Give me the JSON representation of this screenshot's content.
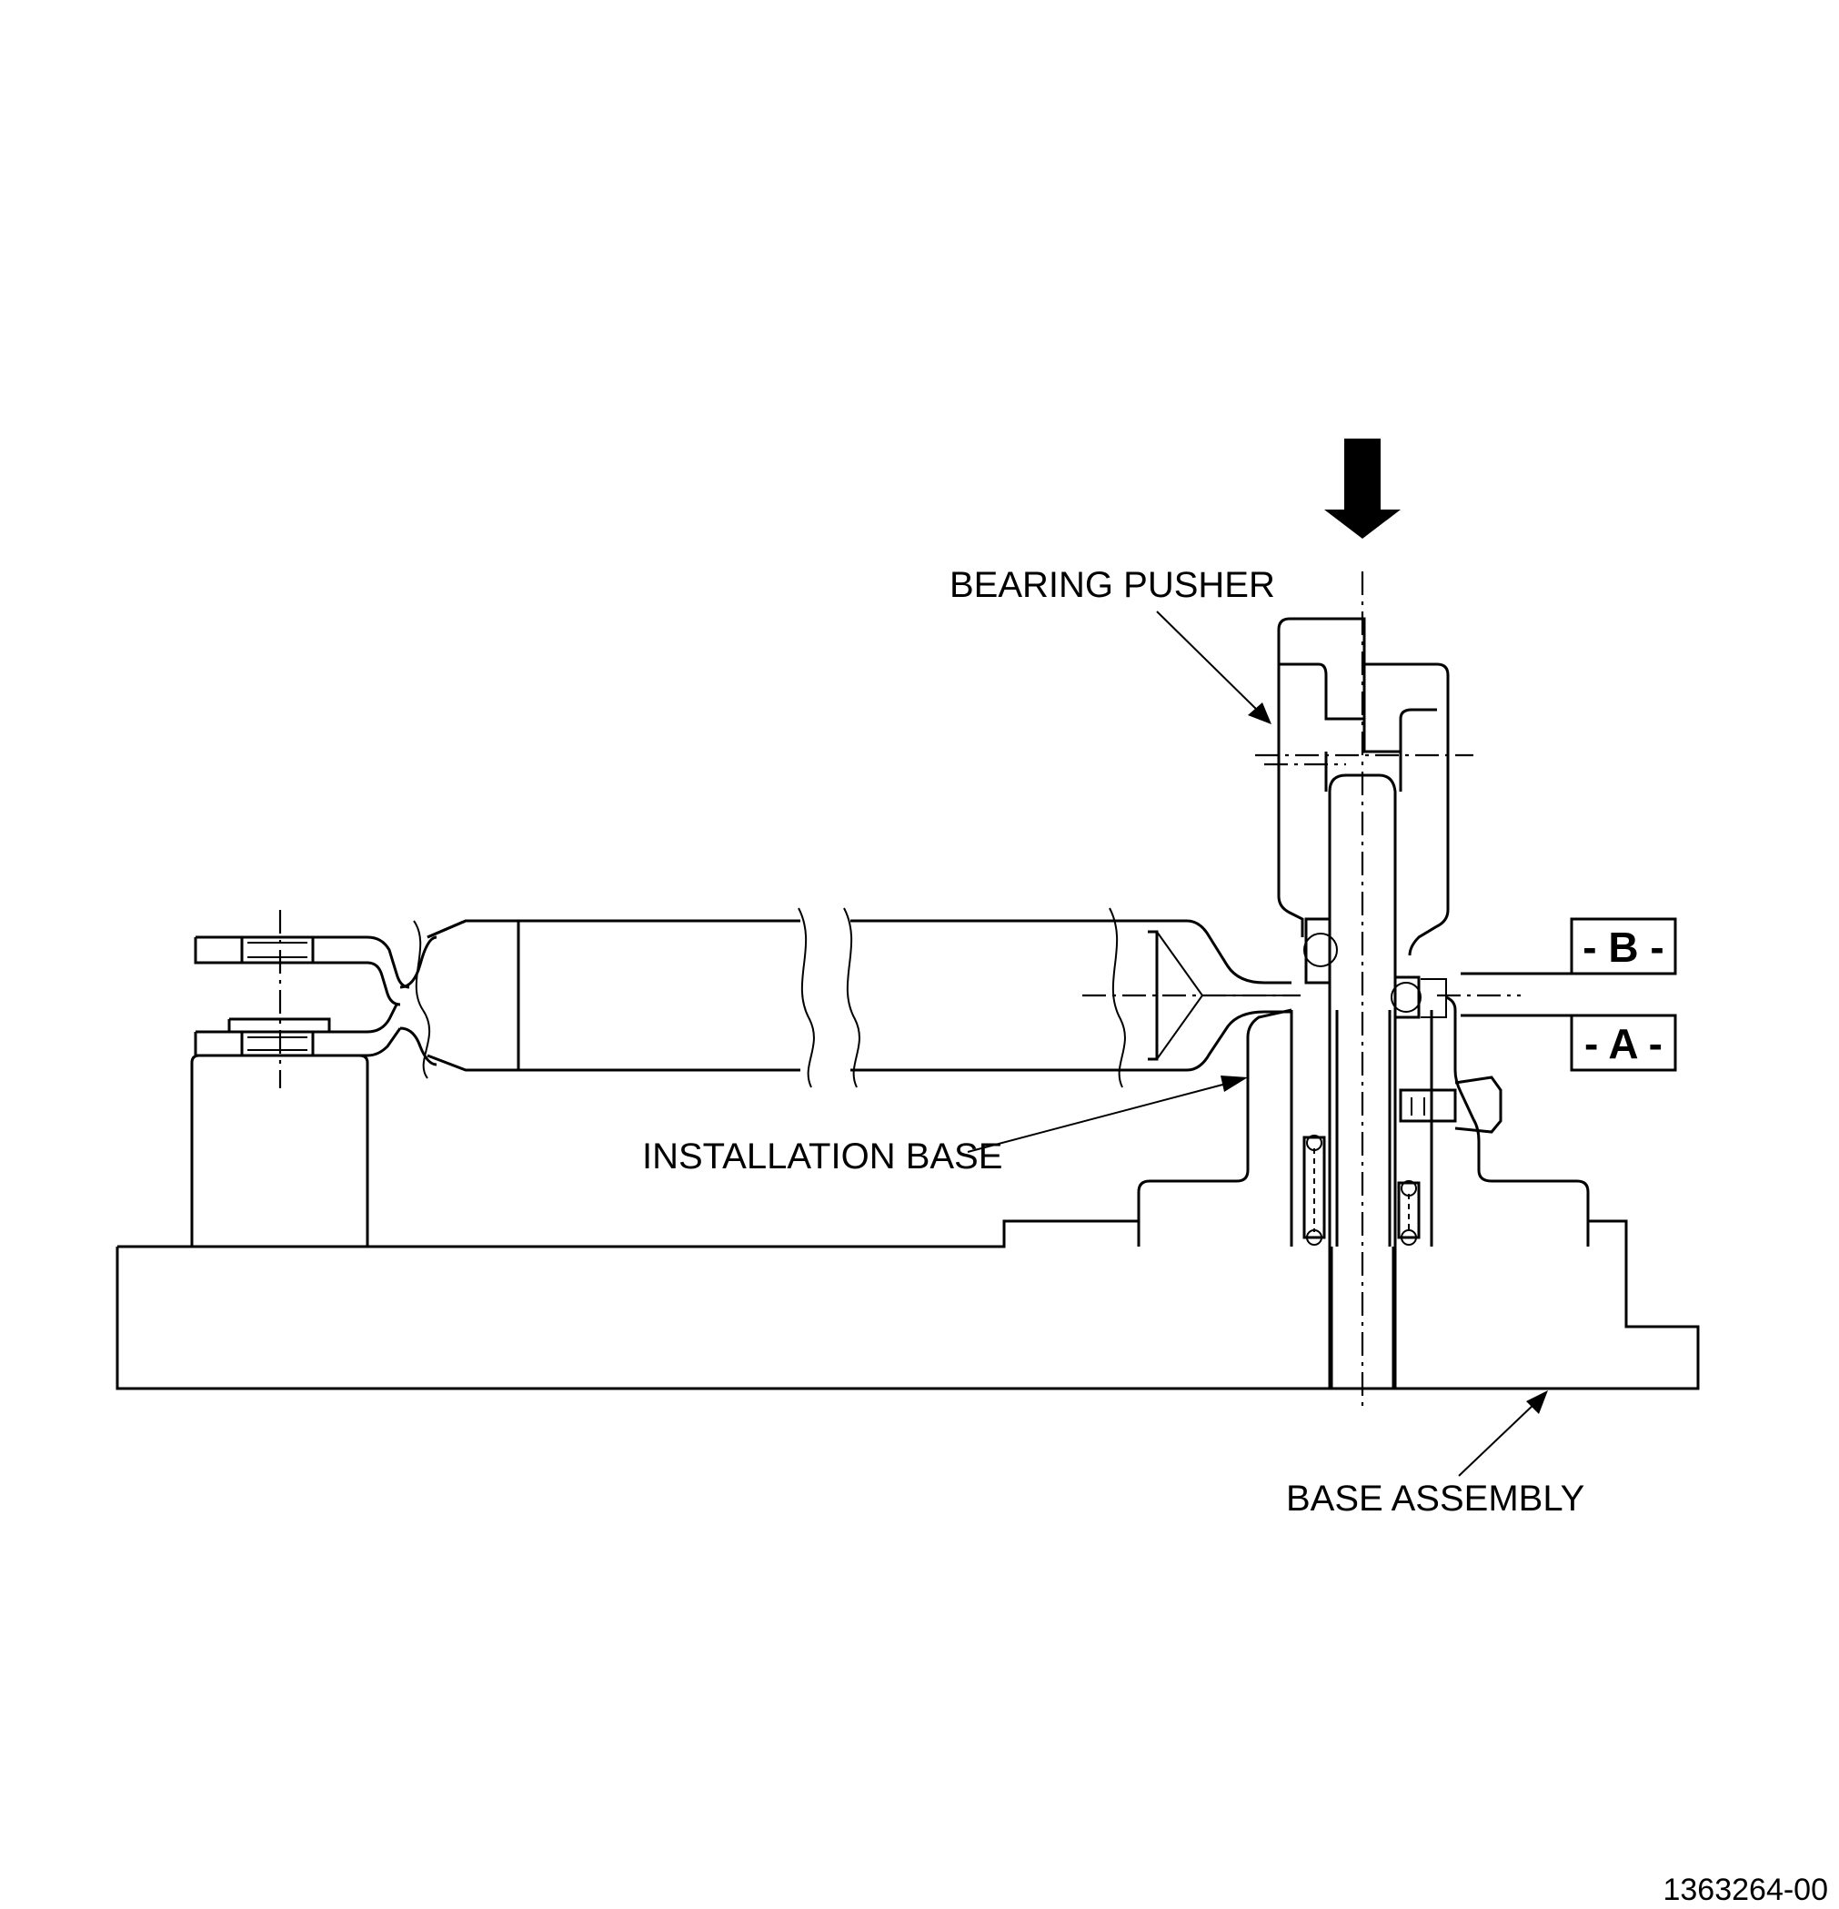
{
  "labels": {
    "bearing_pusher": "BEARING PUSHER",
    "installation_base": "INSTALLATION BASE",
    "base_assembly": "BASE ASSEMBLY"
  },
  "datums": {
    "b": "- B -",
    "a": "- A -"
  },
  "figure_number": "1363264-00"
}
